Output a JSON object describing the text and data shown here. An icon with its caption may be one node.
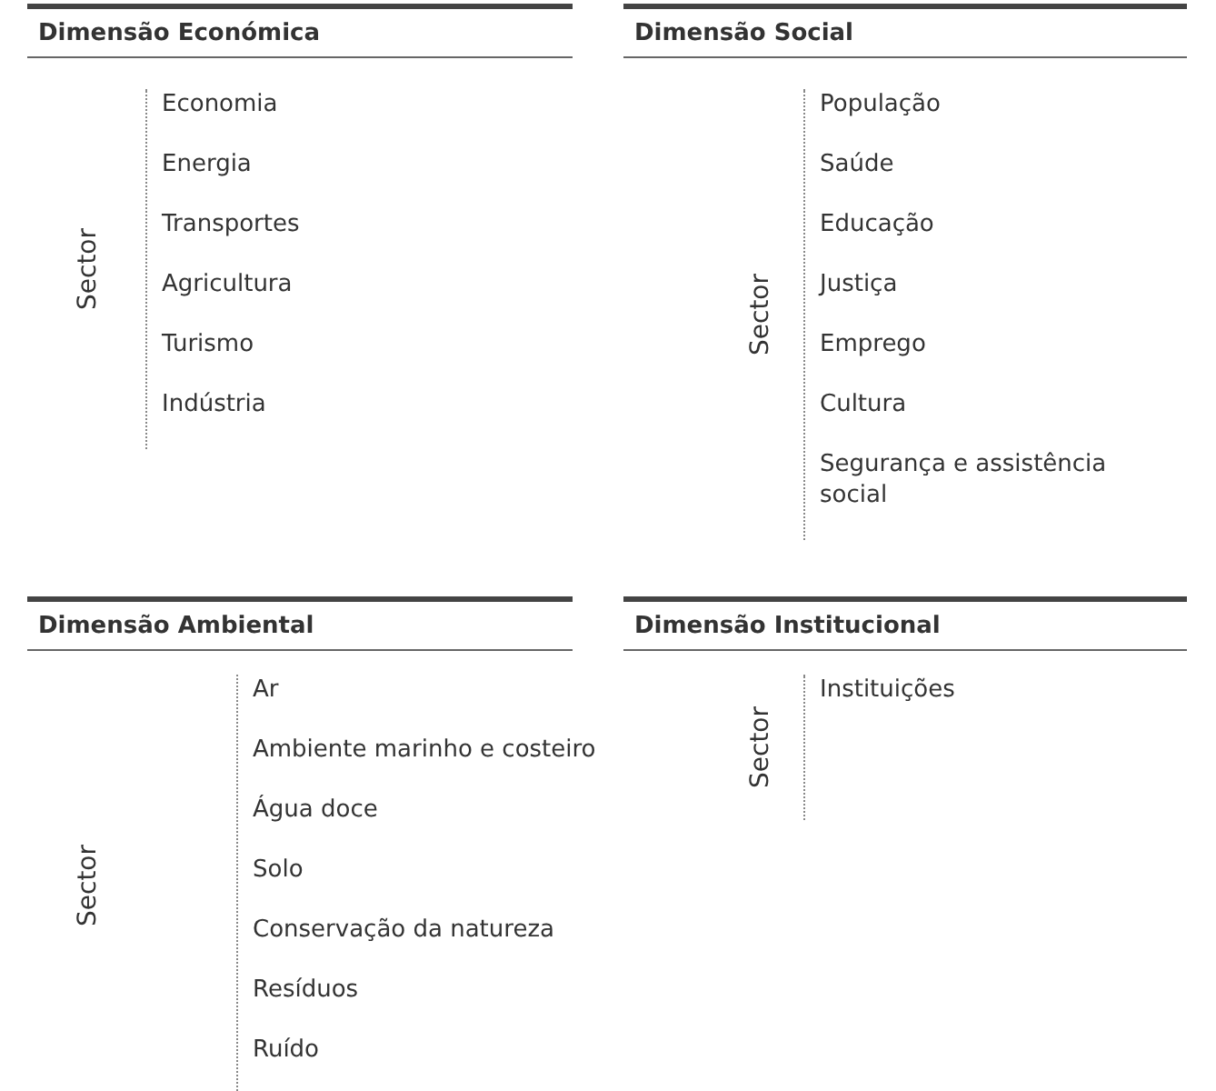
{
  "diagram": {
    "nodes": [
      {
        "text": [
          "Dimensão Económica",
          "Sector",
          "Economia",
          "Energia",
          "Transportes",
          "Agricultura",
          "Turismo",
          "Indústria"
        ]
      },
      {
        "text": [
          "Dimensão Social",
          "Sector",
          "População",
          "Saúde",
          "Educação",
          "Justiça",
          "Emprego",
          "Cultura",
          "Segurança e assistência social"
        ]
      },
      {
        "text": [
          "Dimensão Ambiental",
          "Sector",
          "Ar",
          "Ambiente marinho e costeiro",
          "Água doce",
          "Solo",
          "Conservação da natureza",
          "Resíduos",
          "Ruído"
        ]
      },
      {
        "text": [
          "Dimensão Institucional",
          "Sector",
          "Instituições"
        ]
      }
    ]
  }
}
